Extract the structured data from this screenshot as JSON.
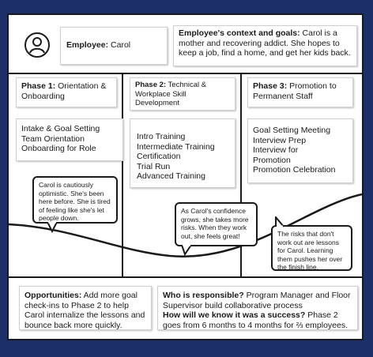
{
  "employee": {
    "label": "Employee:",
    "name": "Carol",
    "icon": "user-icon"
  },
  "context": {
    "label": "Employee's context and goals:",
    "text": "Carol is a mother and recovering addict. She hopes to keep a job, find a home, and get her kids back."
  },
  "phases": [
    {
      "number": "Phase 1:",
      "title": "Orientation & Onboarding",
      "steps": [
        "Intake & Goal Setting",
        "Team Orientation",
        "Onboarding for Role"
      ]
    },
    {
      "number": "Phase 2:",
      "title": "Technical & Workplace Skill Development",
      "steps": [
        "Intro Training",
        "Intermediate Training",
        "Certification",
        "Trial Run",
        "Advanced Training"
      ]
    },
    {
      "number": "Phase 3:",
      "title": "Promotion to Permanent Staff",
      "steps": [
        "Goal Setting Meeting",
        "Interview Prep",
        "Interview for",
        "Promotion",
        "Promotion Celebration"
      ]
    }
  ],
  "bubbles": [
    "Carol is cautiously optimistic. She's been here before. She is tired of feeling like she's let people down.",
    "As Carol's confidence grows, she takes more risks. When they work out, she feels great!",
    "The risks that don't work out are lessons for Carol. Learning them pushes her over the finish line."
  ],
  "opportunities": {
    "label": "Opportunities:",
    "text": "Add more goal check-ins to Phase 2 to help Carol internalize the lessons and bounce back more quickly."
  },
  "responsible": {
    "label": "Who is responsible?",
    "text": "Program Manager and Floor Supervisor build collaborative process"
  },
  "success": {
    "label": "How will we know it was a success?",
    "text": "Phase 2 goes from 6 months to 4 months for ⅔ employees."
  }
}
